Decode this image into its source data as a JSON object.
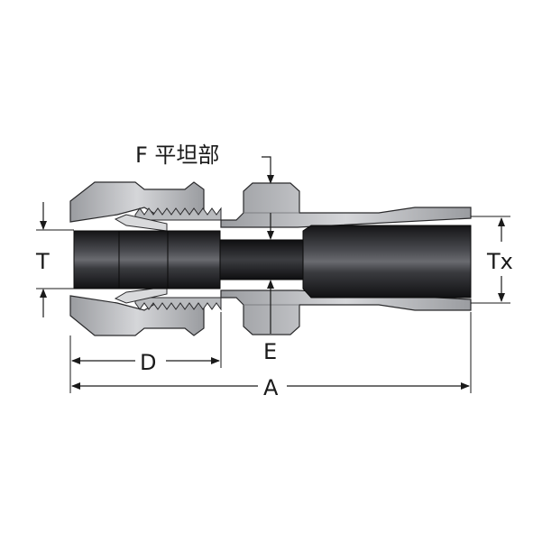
{
  "labels": {
    "flat_callout": "F 平坦部",
    "tube_od": "T",
    "thread_length": "D",
    "bore": "E",
    "overall_length": "A",
    "reducer_od": "Tx"
  },
  "colors": {
    "body_metal": "#a8aaae",
    "body_metal_light": "#d2d4d7",
    "body_metal_dark": "#7b7d82",
    "tube_dark": "#1c1c1e",
    "tube_highlight": "#5a5b60",
    "outline": "#2a2a2c"
  }
}
